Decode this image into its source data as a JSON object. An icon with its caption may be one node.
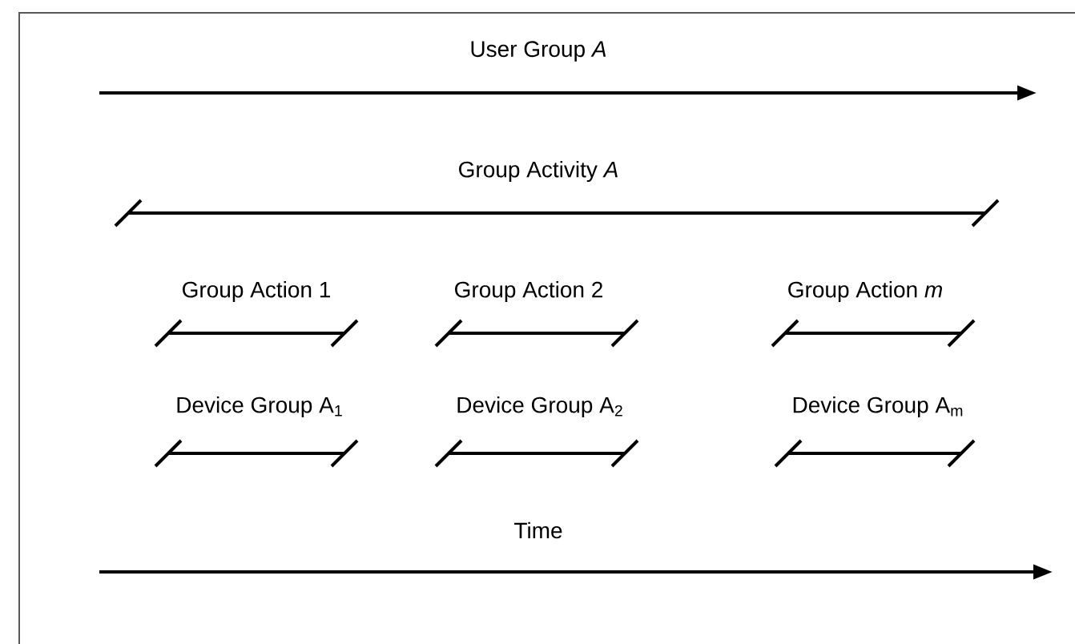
{
  "diagram": {
    "labels": [
      "User Group *A*",
      "Group Activity *A*",
      "Group Action 1",
      "Group Action 2",
      "Group Action *m*",
      "Device Group A$_{1}$",
      "Device Group A$_{2}$",
      "Device Group A$_{m}$",
      "Time"
    ]
  }
}
